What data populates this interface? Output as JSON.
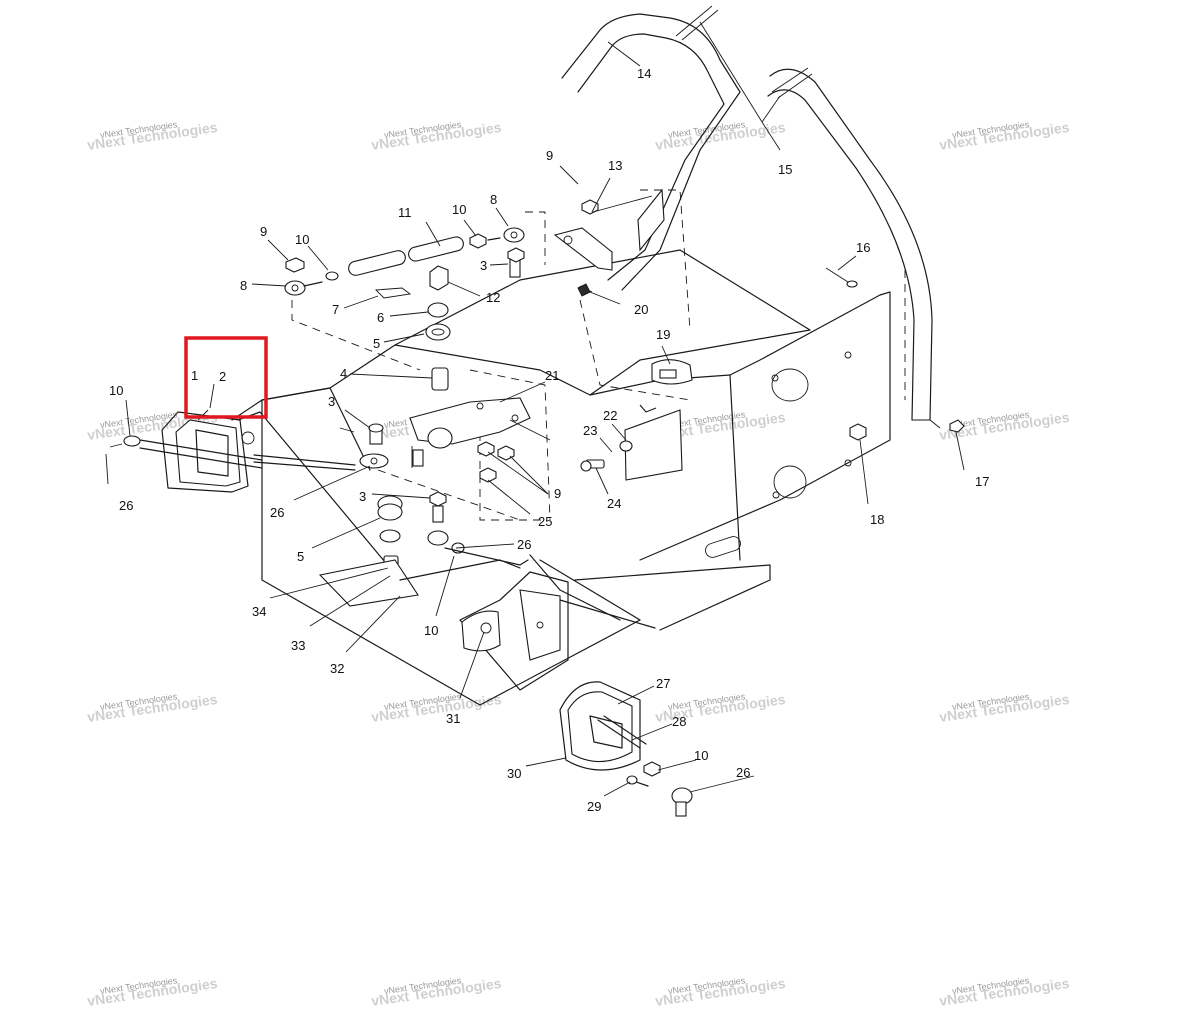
{
  "watermark": {
    "line1": "vNext Technologies",
    "line2": "vNext Technologies"
  },
  "highlight_color": "#e0181f",
  "labels": [
    {
      "id": "l14",
      "text": "14"
    },
    {
      "id": "l15",
      "text": "15"
    },
    {
      "id": "l9a",
      "text": "9"
    },
    {
      "id": "l13",
      "text": "13"
    },
    {
      "id": "l8a",
      "text": "8"
    },
    {
      "id": "l10a",
      "text": "10"
    },
    {
      "id": "l11",
      "text": "11"
    },
    {
      "id": "l9b",
      "text": "9"
    },
    {
      "id": "l10b",
      "text": "10"
    },
    {
      "id": "l3a",
      "text": "3"
    },
    {
      "id": "l8b",
      "text": "8"
    },
    {
      "id": "l7",
      "text": "7"
    },
    {
      "id": "l12",
      "text": "12"
    },
    {
      "id": "l20",
      "text": "20"
    },
    {
      "id": "l16",
      "text": "16"
    },
    {
      "id": "l6",
      "text": "6"
    },
    {
      "id": "l5a",
      "text": "5"
    },
    {
      "id": "l19",
      "text": "19"
    },
    {
      "id": "l4",
      "text": "4"
    },
    {
      "id": "l21",
      "text": "21"
    },
    {
      "id": "l1",
      "text": "1"
    },
    {
      "id": "l2",
      "text": "2"
    },
    {
      "id": "l10c",
      "text": "10"
    },
    {
      "id": "l3b",
      "text": "3"
    },
    {
      "id": "l22",
      "text": "22"
    },
    {
      "id": "l23",
      "text": "23"
    },
    {
      "id": "l17",
      "text": "17"
    },
    {
      "id": "l26a",
      "text": "26"
    },
    {
      "id": "l26b",
      "text": "26"
    },
    {
      "id": "l9c",
      "text": "9"
    },
    {
      "id": "l24",
      "text": "24"
    },
    {
      "id": "l3c",
      "text": "3"
    },
    {
      "id": "l25",
      "text": "25"
    },
    {
      "id": "l18",
      "text": "18"
    },
    {
      "id": "l5b",
      "text": "5"
    },
    {
      "id": "l26c",
      "text": "26"
    },
    {
      "id": "l34",
      "text": "34"
    },
    {
      "id": "l10d",
      "text": "10"
    },
    {
      "id": "l33",
      "text": "33"
    },
    {
      "id": "l32",
      "text": "32"
    },
    {
      "id": "l31",
      "text": "31"
    },
    {
      "id": "l27",
      "text": "27"
    },
    {
      "id": "l28",
      "text": "28"
    },
    {
      "id": "l10e",
      "text": "10"
    },
    {
      "id": "l26d",
      "text": "26"
    },
    {
      "id": "l30",
      "text": "30"
    },
    {
      "id": "l29",
      "text": "29"
    }
  ]
}
